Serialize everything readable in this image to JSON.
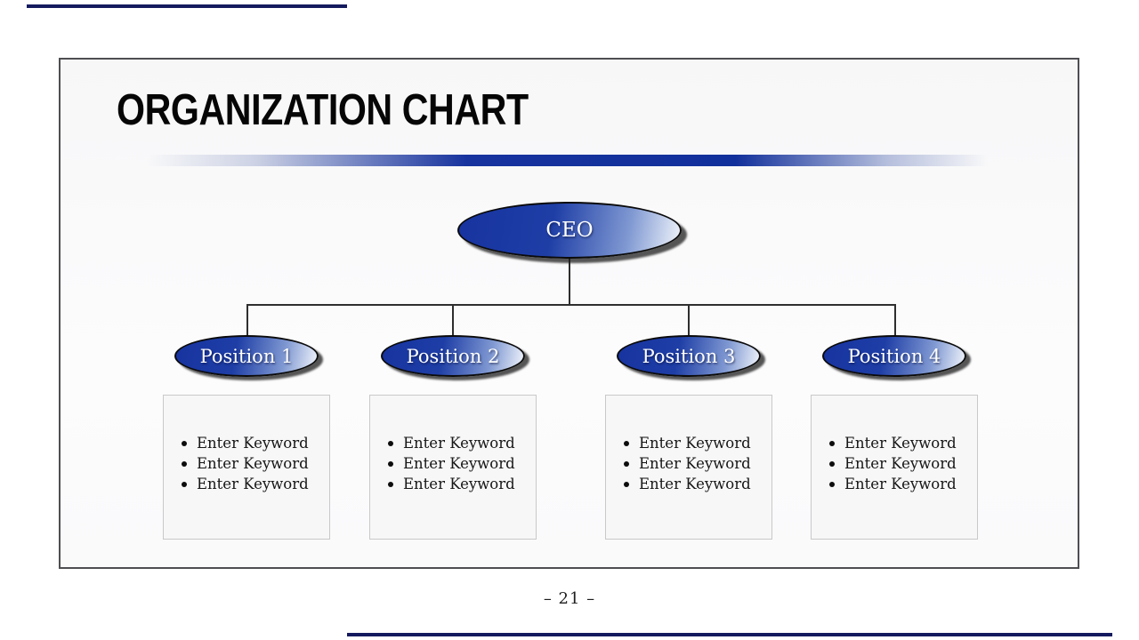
{
  "slide": {
    "title": "ORGANIZATION CHART",
    "page_number": "– 21 –"
  },
  "org_chart": {
    "root": {
      "label": "CEO"
    },
    "positions": [
      {
        "label": "Position 1",
        "keywords": [
          "Enter Keyword",
          "Enter Keyword",
          "Enter Keyword"
        ]
      },
      {
        "label": "Position 2",
        "keywords": [
          "Enter Keyword",
          "Enter Keyword",
          "Enter Keyword"
        ]
      },
      {
        "label": "Position 3",
        "keywords": [
          "Enter Keyword",
          "Enter Keyword",
          "Enter Keyword"
        ]
      },
      {
        "label": "Position 4",
        "keywords": [
          "Enter Keyword",
          "Enter Keyword",
          "Enter Keyword"
        ]
      }
    ]
  },
  "colors": {
    "node_gradient_dark": "#17339f",
    "node_gradient_light": "#e9eef8",
    "divider_blue": "#14309b",
    "accent_bar_navy": "#141a5e",
    "slide_border_gray": "#4e4e52"
  }
}
